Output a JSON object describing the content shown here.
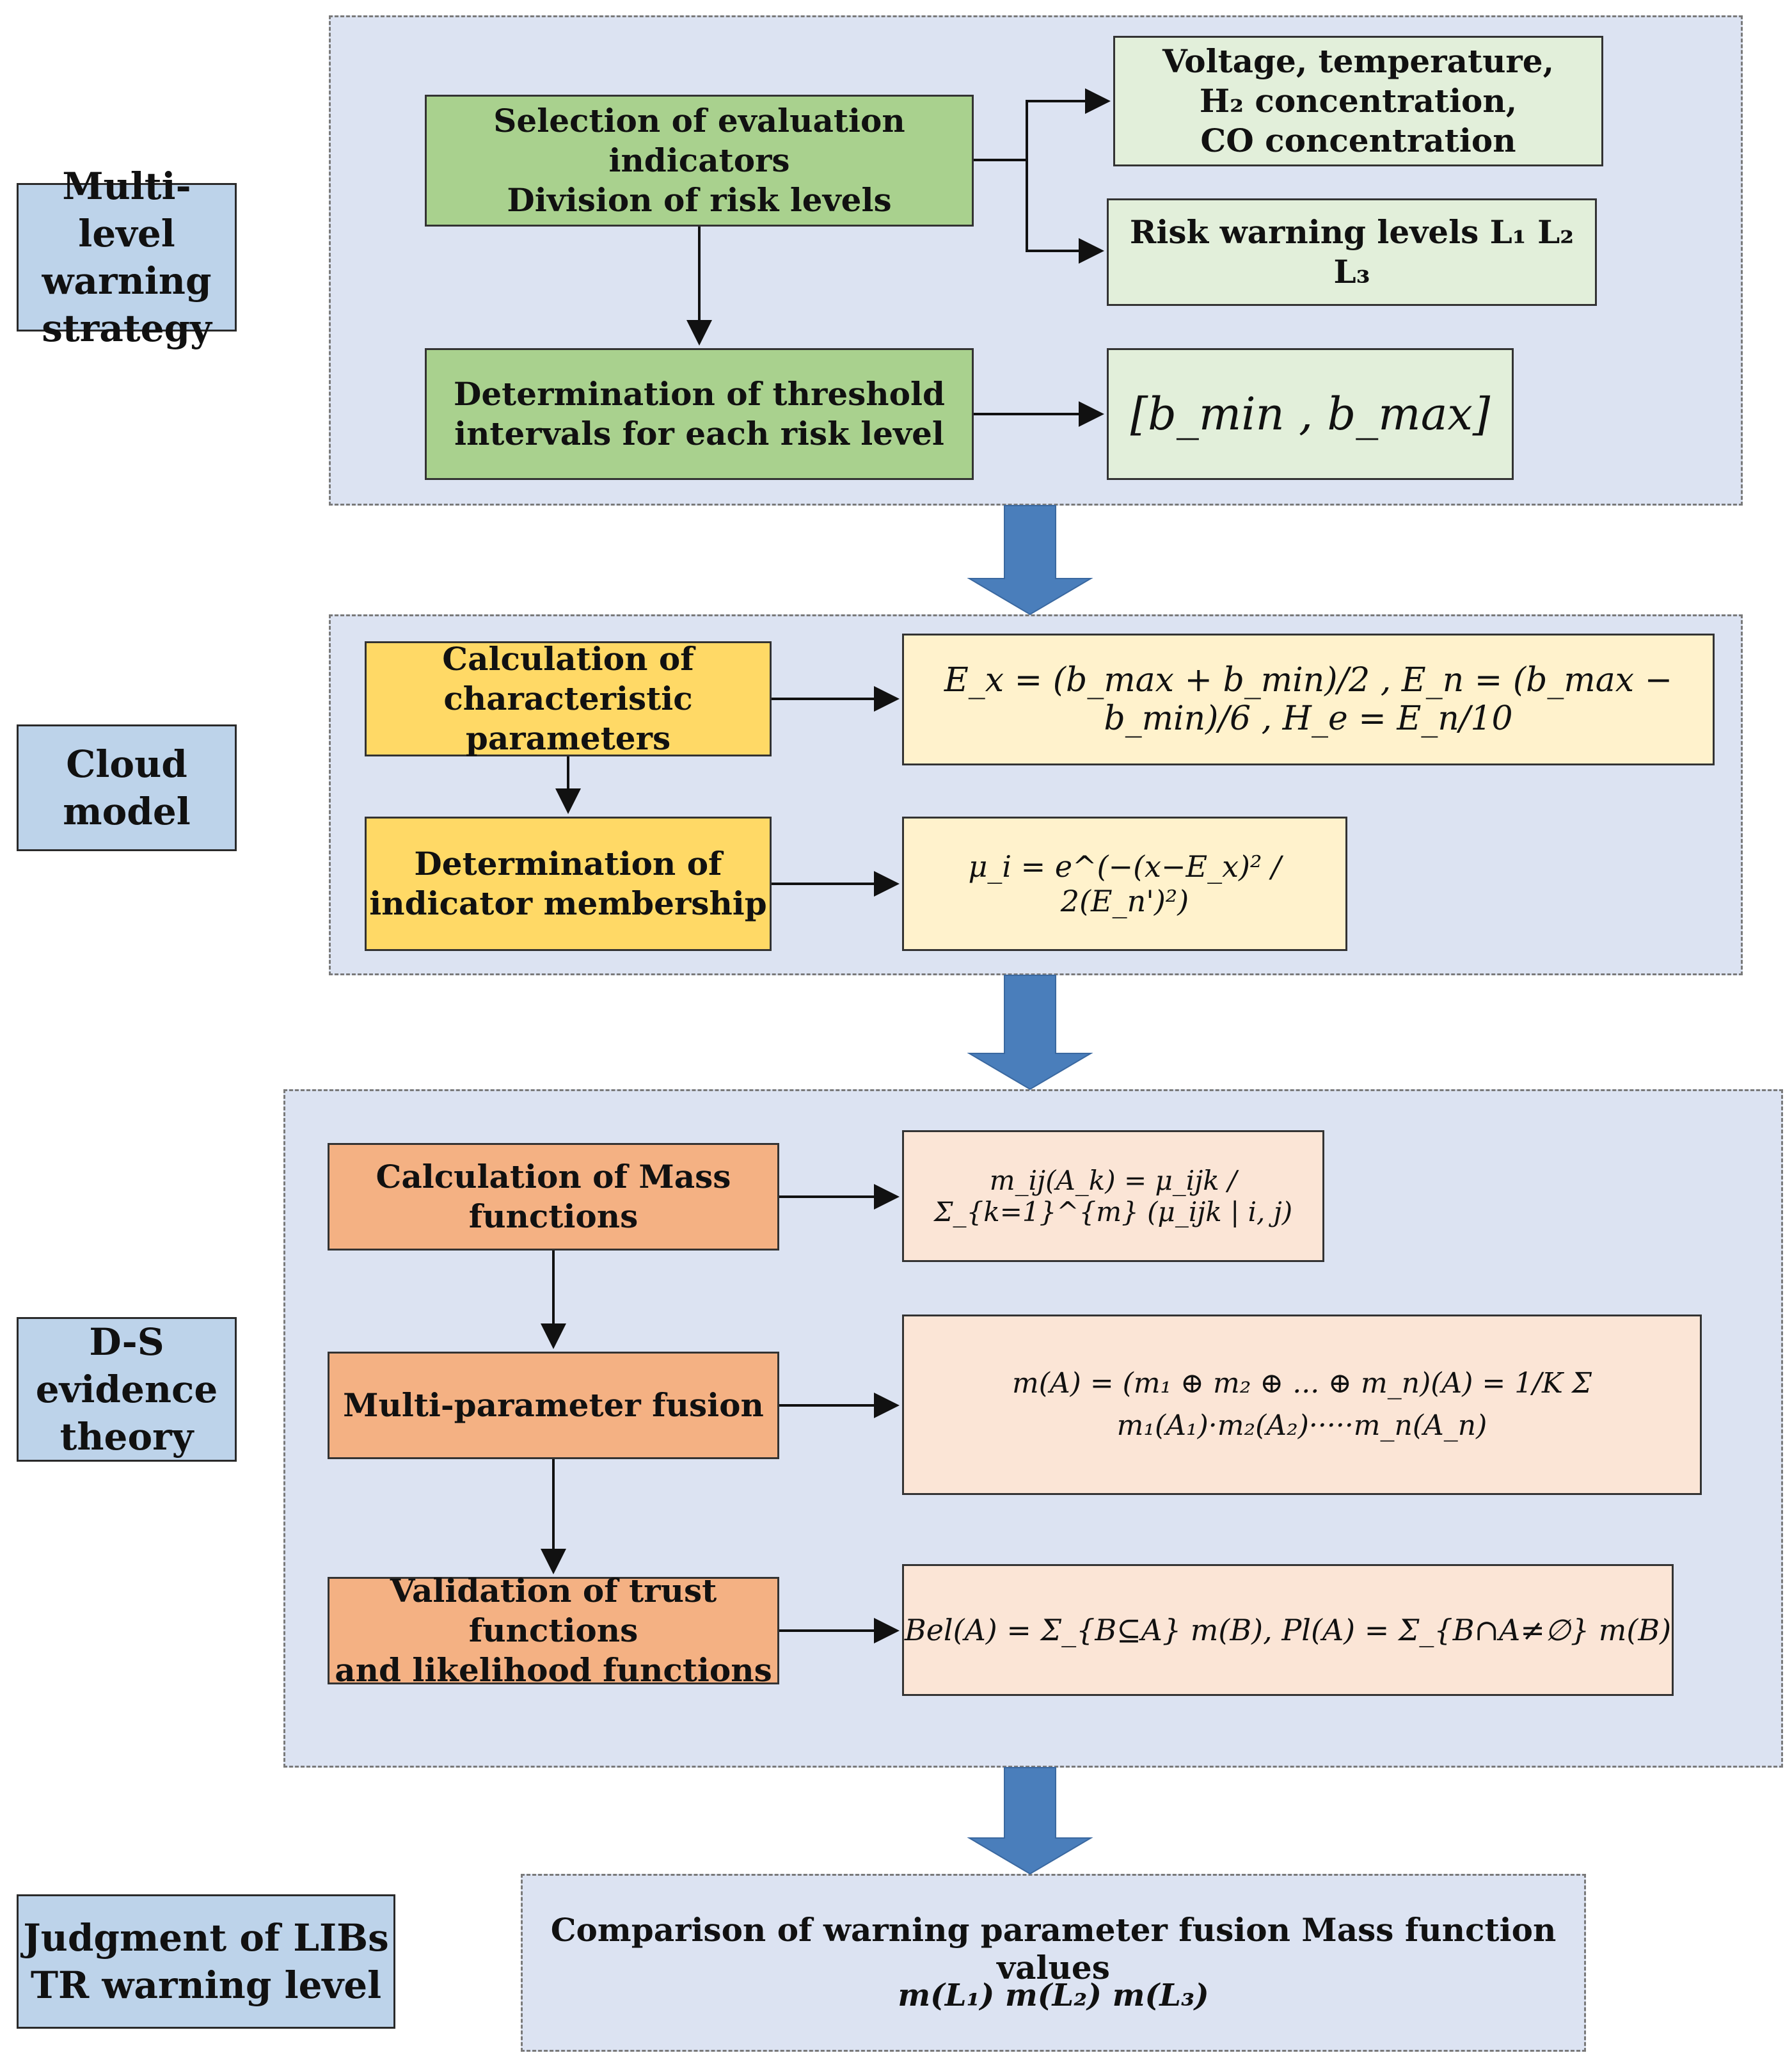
{
  "sections": {
    "strategy": "Multi-level\nwarning\nstrategy",
    "cloud": "Cloud\nmodel",
    "ds": "D-S\nevidence\ntheory",
    "judgment": "Judgment of LIBs\nTR warning level"
  },
  "strategy": {
    "selection": "Selection of evaluation indicators\nDivision of risk levels",
    "indicators": "Voltage, temperature,\nH₂ concentration,\nCO concentration",
    "levels": "Risk warning levels L₁ L₂ L₃",
    "threshold": "Determination of threshold\nintervals for each risk level",
    "interval_formula": "[b_min , b_max]"
  },
  "cloud": {
    "calc": "Calculation of\ncharacteristic parameters",
    "calc_formula": "E_x = (b_max + b_min)/2 , E_n = (b_max − b_min)/6 , H_e = E_n/10",
    "membership": "Determination of\nindicator membership",
    "membership_formula": "μ_i = e^(−(x−E_x)² / 2(E_n')²)"
  },
  "ds": {
    "mass": "Calculation of Mass\nfunctions",
    "mass_formula": "m_ij(A_k) = μ_ijk / Σ_{k=1}^{m} (μ_ijk | i, j)",
    "fusion": "Multi-parameter fusion",
    "fusion_formula": "m(A) = (m₁ ⊕ m₂ ⊕ ... ⊕ m_n)(A) = 1/K Σ m₁(A₁)·m₂(A₂)·····m_n(A_n)",
    "validation": "Validation of trust functions\nand likelihood functions",
    "validation_formula": "Bel(A) = Σ_{B⊆A} m(B), Pl(A) = Σ_{B∩A≠∅} m(B)"
  },
  "result": {
    "comparison": "Comparison of warning parameter fusion Mass function values",
    "values": "m(L₁) m(L₂) m(L₃)"
  },
  "colors": {
    "panel": "#dce3f2",
    "side": "#bdd3ea",
    "green": "#a9d18e",
    "light_green": "#e2efda",
    "yellow": "#ffd966",
    "light_yellow": "#fff2cc",
    "orange": "#f4b183",
    "light_orange": "#fbe5d6",
    "flow_arrow": "#4a7ebb"
  }
}
